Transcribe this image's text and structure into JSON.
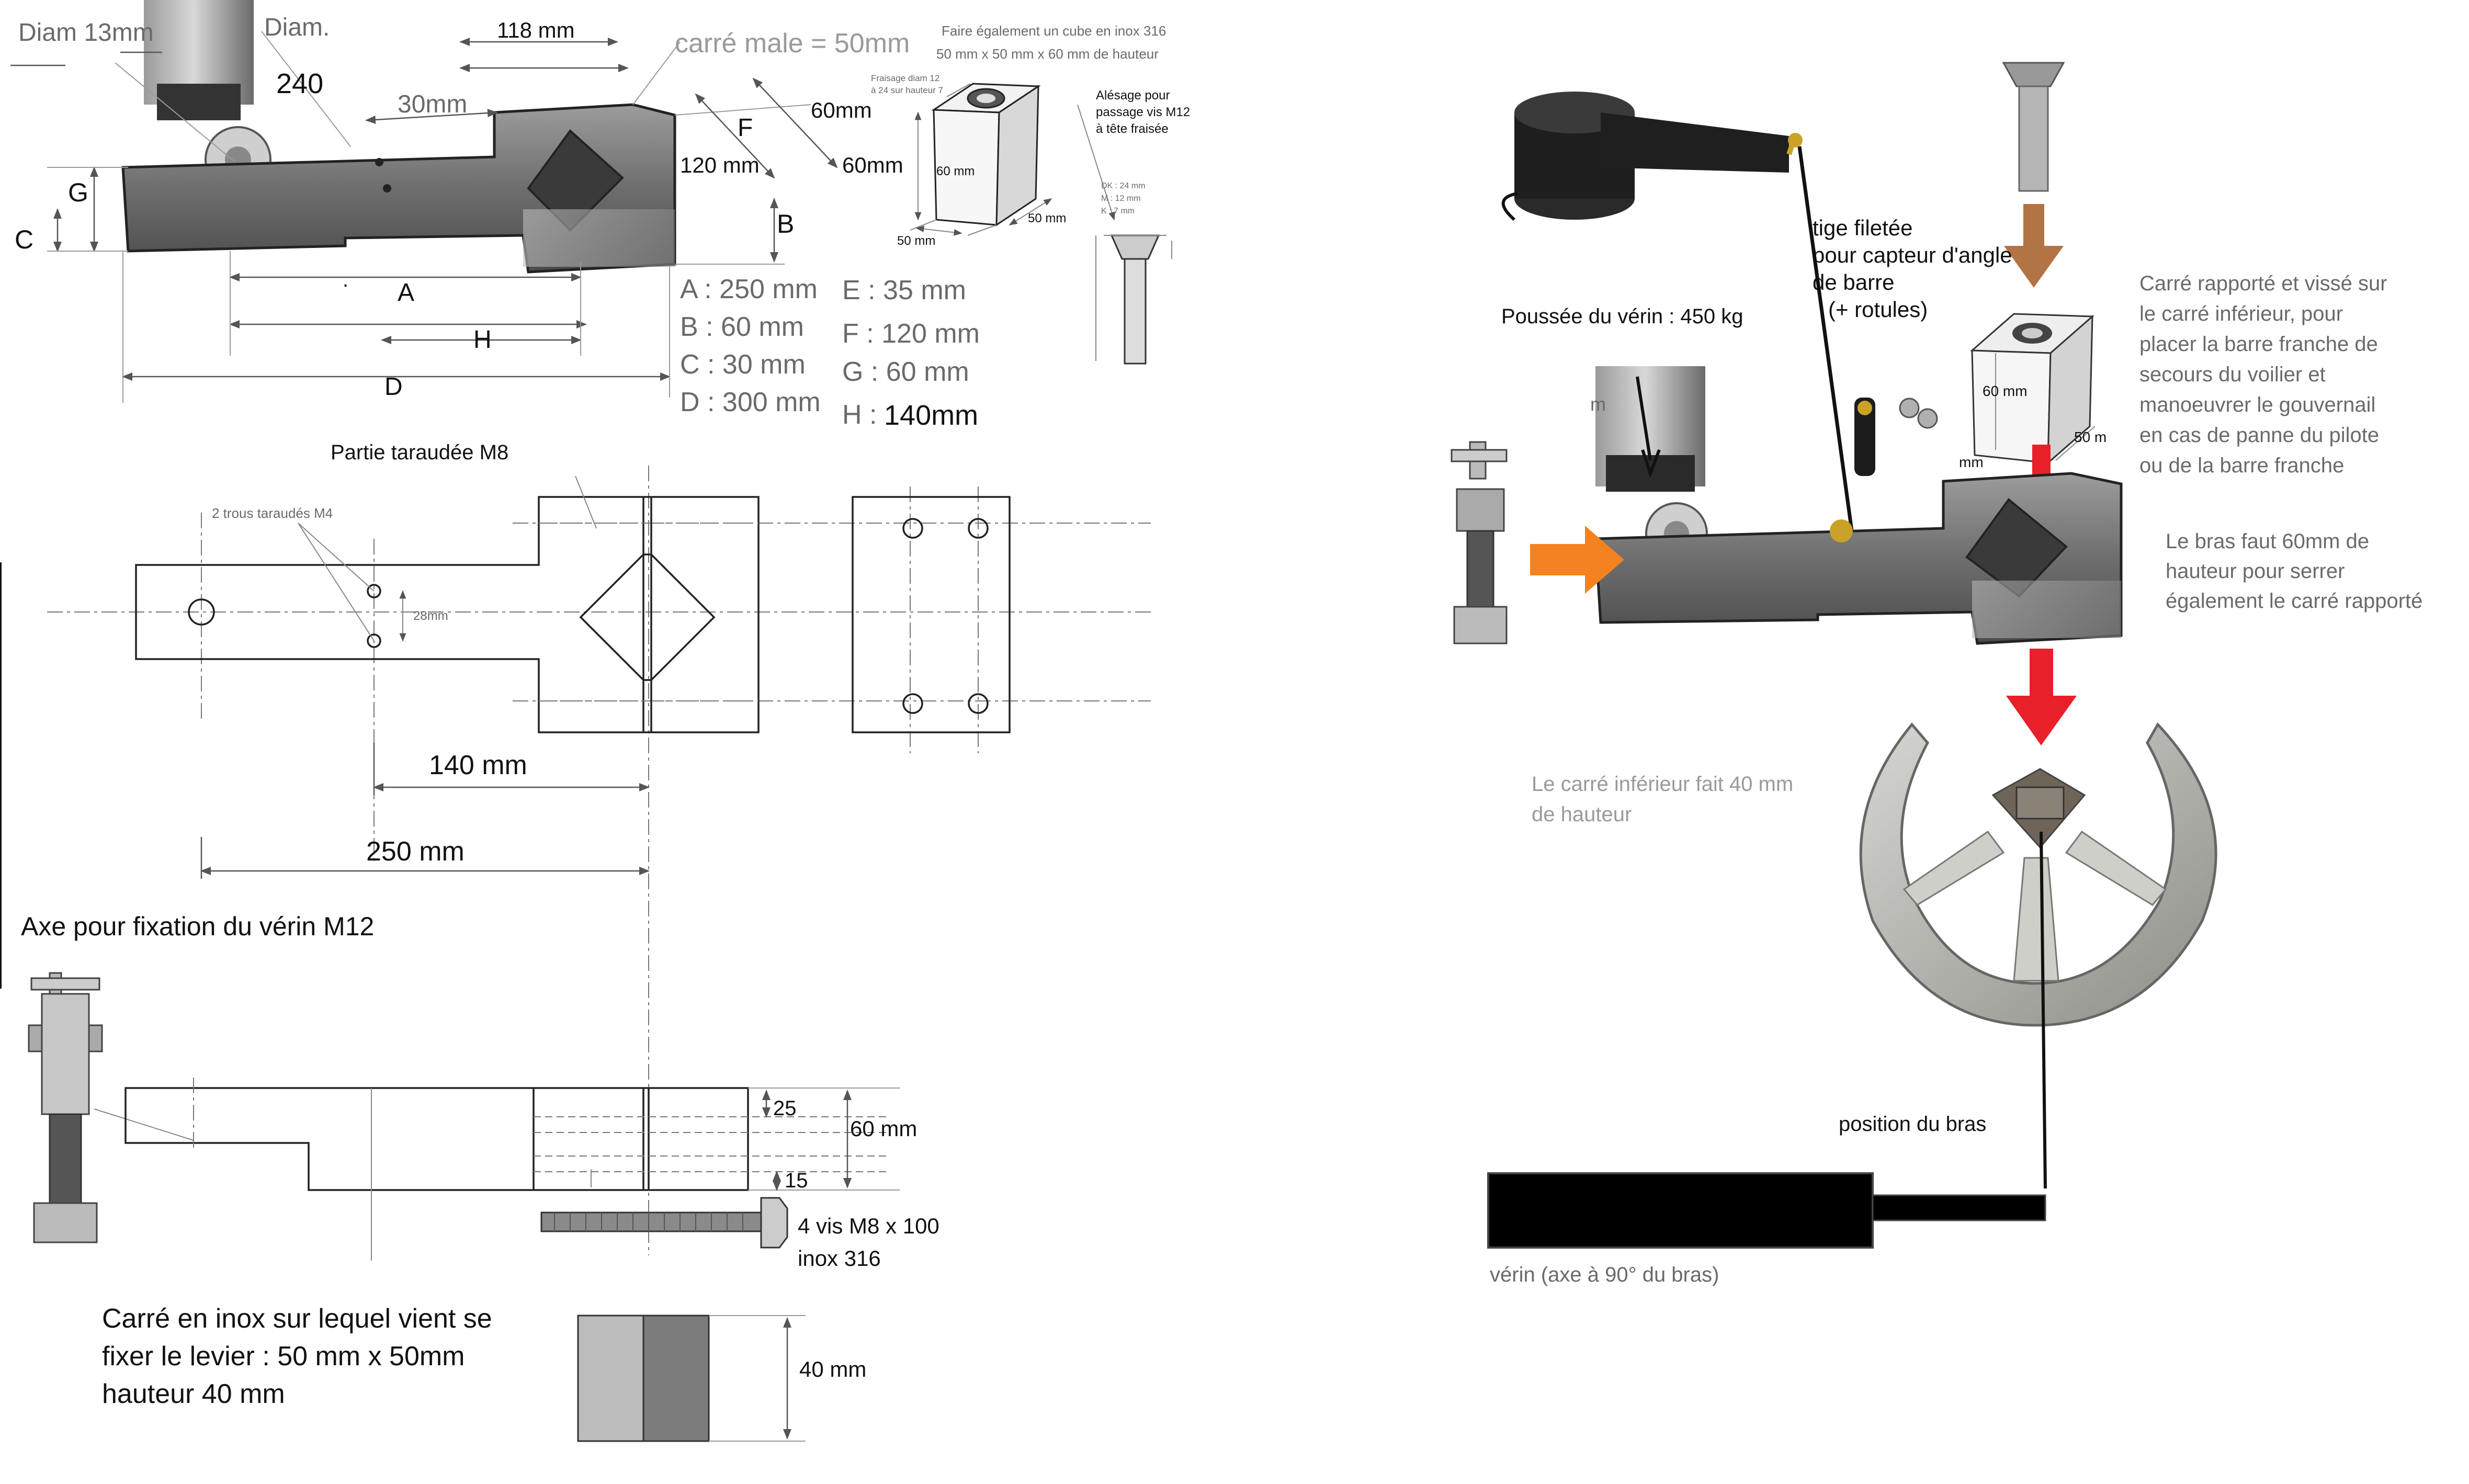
{
  "top_left": {
    "diam13": "Diam 13mm",
    "diam": "Diam.",
    "diam_val": "240",
    "dim_118": "118 mm",
    "carre_male": "carré male = 50mm",
    "dim_30": "30mm",
    "dim_60a": "60mm",
    "dim_60b": "60mm",
    "dim_120": "120 mm",
    "label_f": "F",
    "label_g": "G",
    "label_c": "C",
    "label_b": "B",
    "label_a": "A",
    "label_h": "H",
    "label_d": "D",
    "dot": "."
  },
  "legend_values": {
    "a": "A : 250 mm",
    "b": "B : 60 mm",
    "c": "C : 30 mm",
    "d": "D : 300 mm",
    "e": "E : 35 mm",
    "f": "F : 120 mm",
    "g": "G : 60 mm",
    "h_prefix": "H :",
    "h_value": "140mm"
  },
  "cube_note": {
    "line1": "Faire également un cube en inox 316",
    "line2": "50 mm x 50 mm x 60 mm de hauteur",
    "fraisage1": "Fraisage diam 12",
    "fraisage2": "à 24 sur hauteur 7",
    "alesage1": "Alésage pour",
    "alesage2": "passage vis M12",
    "alesage3": "à tête fraisée",
    "cube_60": "60 mm",
    "cube_50a": "50 mm",
    "cube_50b": "50 mm",
    "dk": "DK : 24 mm",
    "m": "M : 12 mm",
    "k": "K : 7 mm"
  },
  "plan_view": {
    "partie_taraudee": "Partie taraudée M8",
    "trous": "2 trous taraudés M4",
    "dim_28": "28mm",
    "dim_140": "140 mm",
    "dim_250": "250 mm",
    "axe": "Axe pour fixation du vérin M12"
  },
  "side_view": {
    "dim_25": "25",
    "dim_15": "15",
    "dim_60": "60 mm",
    "vis1": "4 vis M8 x 100",
    "vis2": "inox 316"
  },
  "carre_inox": {
    "line1": "Carré en inox sur lequel vient se",
    "line2": "fixer le levier : 50 mm x 50mm",
    "line3": "hauteur 40 mm",
    "dim_40": "40 mm"
  },
  "right": {
    "tige1": "tige filetée",
    "tige2": "pour capteur d'angle",
    "tige3": "de barre",
    "tige4": "(+ rotules)",
    "poussee": "Poussée du vérin : 450 kg",
    "carre_rapporte": [
      "Carré rapporté et vissé sur",
      "le carré inférieur, pour",
      "placer la barre franche de",
      "secours du voilier et",
      "manoeuvrer le gouvernail",
      "en cas de panne du pilote",
      "ou de la barre franche"
    ],
    "bras_faut": [
      "Le bras faut 60mm  de",
      "hauteur pour serrer",
      "également le carré rapporté"
    ],
    "carre_inf1": "Le carré inférieur fait 40 mm",
    "carre_inf2": "de hauteur",
    "position_bras": "position du bras",
    "verin": "vérin (axe à 90° du bras)",
    "cube_60": "60 mm",
    "cube_50": "50 m",
    "cube_mm": "mm",
    "frag_m": "m"
  },
  "colors": {
    "arrow_red": "#e8202a",
    "arrow_orange": "#f58220",
    "arrow_brown": "#b27345",
    "brass": "#c9a227"
  }
}
